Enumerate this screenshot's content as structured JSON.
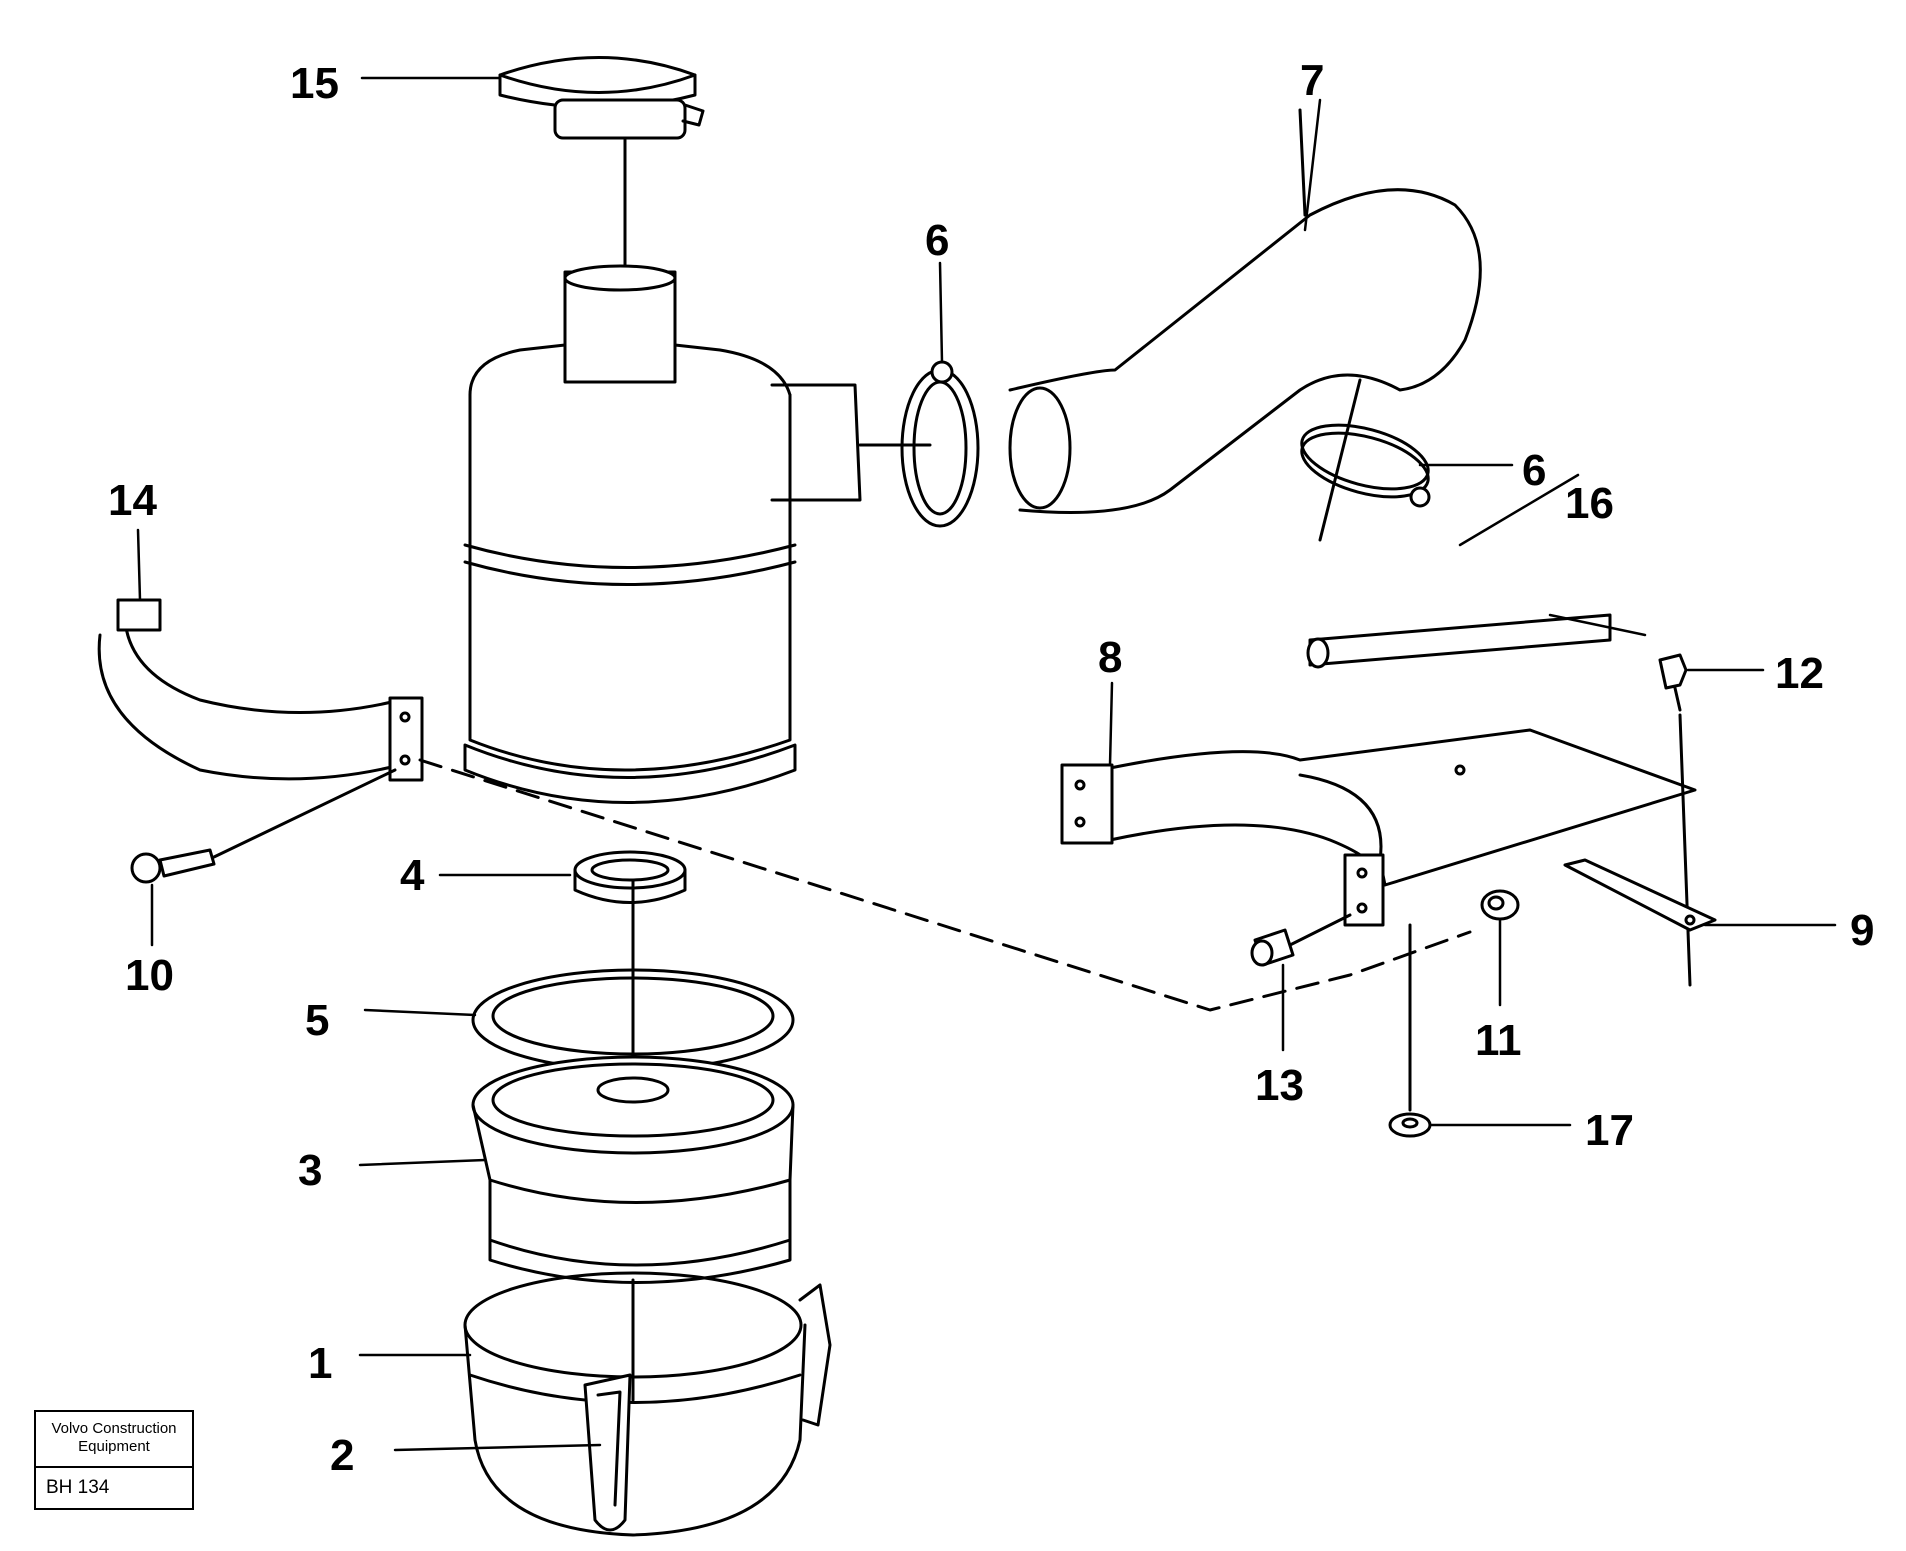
{
  "callouts": [
    {
      "id": "c15",
      "text": "15"
    },
    {
      "id": "c7",
      "text": "7"
    },
    {
      "id": "c6a",
      "text": "6"
    },
    {
      "id": "c6b",
      "text": "6"
    },
    {
      "id": "c14",
      "text": "14"
    },
    {
      "id": "c16",
      "text": "16"
    },
    {
      "id": "c8",
      "text": "8"
    },
    {
      "id": "c12",
      "text": "12"
    },
    {
      "id": "c4",
      "text": "4"
    },
    {
      "id": "c10",
      "text": "10"
    },
    {
      "id": "c9",
      "text": "9"
    },
    {
      "id": "c5",
      "text": "5"
    },
    {
      "id": "c11",
      "text": "11"
    },
    {
      "id": "c13",
      "text": "13"
    },
    {
      "id": "c3",
      "text": "3"
    },
    {
      "id": "c17",
      "text": "17"
    },
    {
      "id": "c1",
      "text": "1"
    },
    {
      "id": "c2",
      "text": "2"
    }
  ],
  "stamp": {
    "line1": "Volvo Construction",
    "line2": "Equipment",
    "code": "BH 134"
  }
}
